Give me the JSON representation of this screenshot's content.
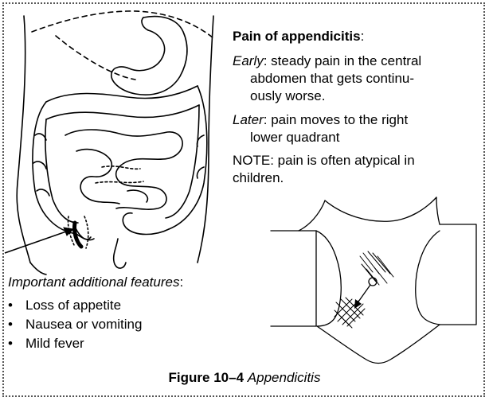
{
  "pain_section": {
    "title": "Pain of appendicitis",
    "title_suffix": ":",
    "early_label": "Early",
    "early_text": ": steady pain in the central",
    "early_text_2": "abdomen that gets continu-",
    "early_text_3": "ously worse.",
    "later_label": "Later",
    "later_text": ": pain moves to the right",
    "later_text_2": "lower quadrant",
    "note_text": "NOTE: pain is often atypical in",
    "note_text_2": "children."
  },
  "features": {
    "title": "Important additional features",
    "title_suffix": ":",
    "bullet": "•",
    "items": [
      "Loss of appetite",
      "Nausea or vomiting",
      "Mild fever"
    ]
  },
  "caption": {
    "figure_label": "Figure 10–4",
    "figure_title": "Appendicitis"
  },
  "illustrations": {
    "left": "abdominal-anatomy-drawing",
    "right": "abdomen-pain-migration-drawing"
  }
}
